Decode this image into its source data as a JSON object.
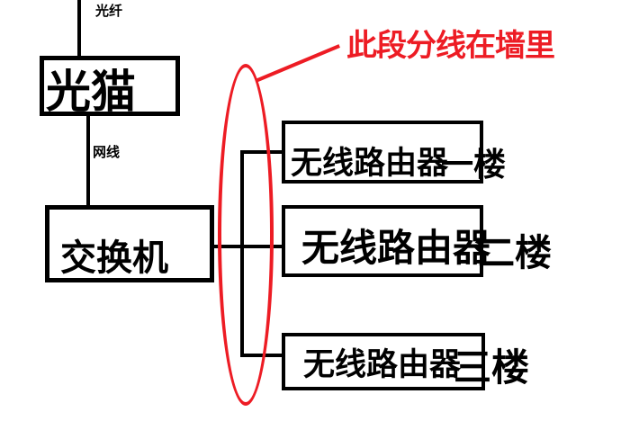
{
  "diagram": {
    "fiber_label": "光纤",
    "modem_label": "光猫",
    "cable_label": "网线",
    "switch_label": "交换机",
    "routers": [
      {
        "name": "无线路由器",
        "floor": "一楼"
      },
      {
        "name": "无线路由器",
        "floor": "二楼"
      },
      {
        "name": "无线路由器",
        "floor": "三楼"
      }
    ],
    "annotation": "此段分线在墙里"
  },
  "colors": {
    "line": "#000000",
    "annotation": "#ed1c24",
    "background": "#ffffff"
  }
}
